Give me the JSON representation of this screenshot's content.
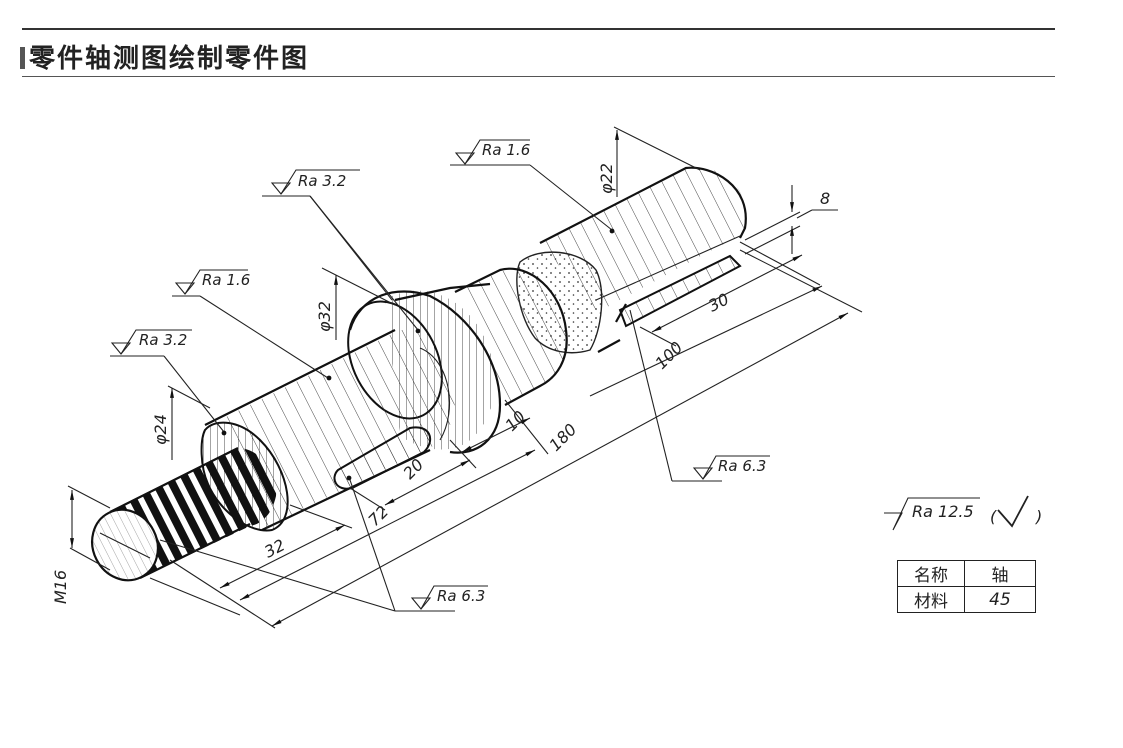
{
  "header": {
    "title": "零件轴测图绘制零件图"
  },
  "drawing": {
    "roughness_labels": [
      {
        "id": "ra-1-6-top",
        "text": "Ra 1.6"
      },
      {
        "id": "ra-3-2-upper",
        "text": "Ra  3.2"
      },
      {
        "id": "ra-1-6-left",
        "text": "Ra 1.6"
      },
      {
        "id": "ra-3-2-left",
        "text": "Ra 3.2"
      },
      {
        "id": "ra-6-3-right",
        "text": "Ra 6.3"
      },
      {
        "id": "ra-6-3-bottom",
        "text": "Ra 6.3"
      }
    ],
    "dimensions": {
      "d22": "φ22",
      "d32": "φ32",
      "d24": "φ24",
      "m16": "M16",
      "key_width": "8",
      "len_30": "30",
      "len_100": "100",
      "len_180": "180",
      "len_10": "10",
      "len_20": "20",
      "len_72": "72",
      "len_32": "32"
    },
    "general_roughness": {
      "label": "Ra 12.5",
      "paren_open": "(",
      "paren_close": ")"
    }
  },
  "title_block": {
    "rows": [
      {
        "key": "名称",
        "value": "轴"
      },
      {
        "key": "材料",
        "value": "45"
      }
    ]
  },
  "colors": {
    "ink": "#222222",
    "paper": "#ffffff"
  }
}
